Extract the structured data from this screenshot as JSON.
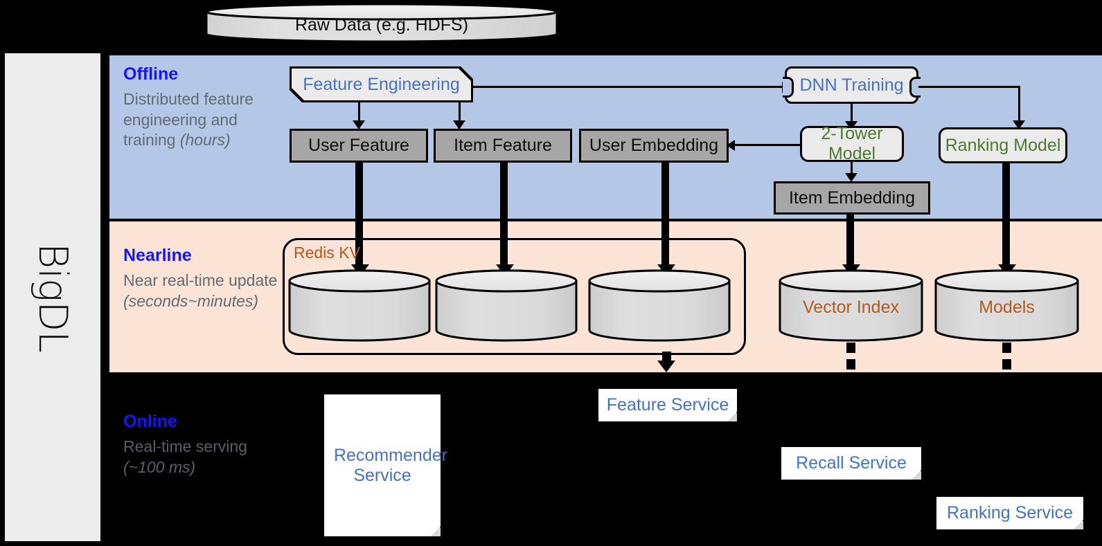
{
  "sidebar": {
    "label": "BigDL"
  },
  "bands": {
    "offline": {
      "title": "Offline",
      "subtitle": "Distributed feature engineering and training ",
      "subtitle_em": "(hours)"
    },
    "nearline": {
      "title": "Nearline",
      "subtitle": "Near real-time update ",
      "subtitle_em": "(seconds~minutes)"
    },
    "online": {
      "title": "Online",
      "subtitle": "Real-time serving ",
      "subtitle_em": "(~100 ms)"
    }
  },
  "source": {
    "raw_data": "Raw Data (e.g. HDFS)"
  },
  "offline_nodes": {
    "feature_engineering": "Feature Engineering",
    "dnn_training": "DNN Training",
    "user_feature": "User Feature",
    "item_feature": "Item Feature",
    "user_embedding": "User Embedding",
    "two_tower_model": "2-Tower Model",
    "ranking_model": "Ranking Model",
    "item_embedding": "Item Embedding"
  },
  "nearline_nodes": {
    "redis_kv": "Redis KV",
    "kv_1": "",
    "kv_2": "",
    "kv_3": "",
    "vector_index": "Vector Index",
    "models": "Models"
  },
  "online_nodes": {
    "recommender_service": "Recommender Service",
    "feature_service": "Feature Service",
    "recall_service": "Recall Service",
    "ranking_service": "Ranking Service"
  },
  "colors": {
    "offline_band": "#b4c7e7",
    "nearline_band": "#fbe4d5",
    "online_band": "#000000",
    "sidebar": "#ececec",
    "band_title": "#1414ff",
    "band_sub": "#636b72",
    "blue_text": "#4472c4",
    "green_text": "#4d7a2e",
    "orange_text": "#b15a1c",
    "grey_box": "#a6a6a6",
    "light_box": "#ebebeb",
    "cylinder": "#d9d9d9"
  }
}
